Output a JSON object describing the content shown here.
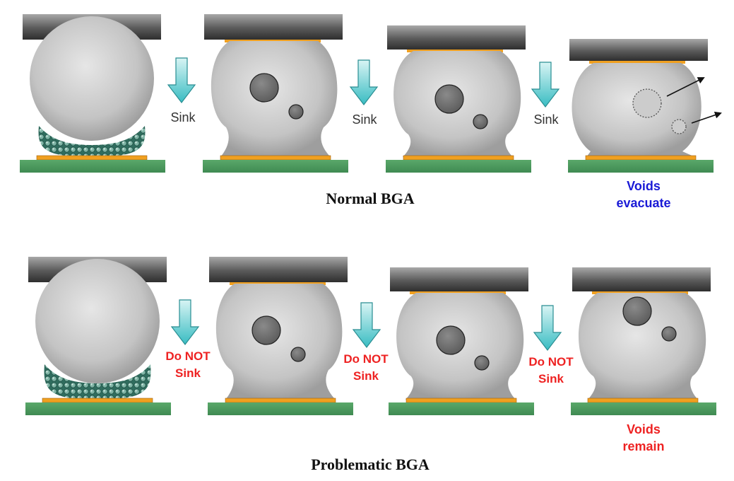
{
  "normal": {
    "title": "Normal BGA",
    "arrow_labels": [
      "Sink",
      "Sink",
      "Sink"
    ],
    "end_note_line1": "Voids",
    "end_note_line2": "evacuate"
  },
  "problematic": {
    "title": "Problematic BGA",
    "arrow_labels_line1": [
      "Do NOT",
      "Do NOT",
      "Do NOT"
    ],
    "arrow_labels_line2": [
      "Sink",
      "Sink",
      "Sink"
    ],
    "end_note_line1": "Voids",
    "end_note_line2": "remain"
  },
  "colors": {
    "substrate_green": "#5aa86a",
    "pad_orange": "#f0a020",
    "arrow_cyan": "#4cc8cc",
    "normal_note_blue": "#1a1ad6",
    "problem_note_red": "#ee2222"
  }
}
